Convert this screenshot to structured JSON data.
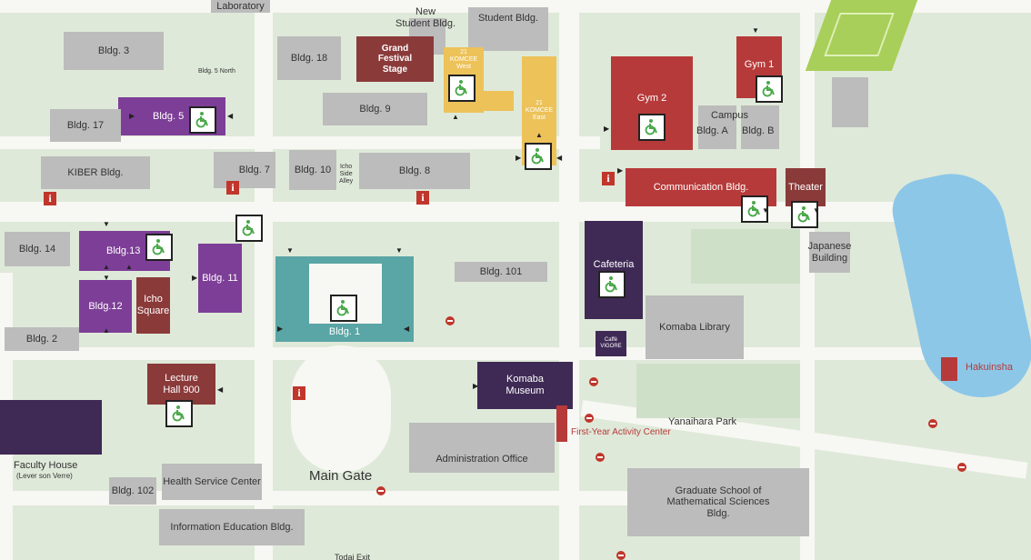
{
  "map": {
    "labels": {
      "laboratory": "Laboratory",
      "new_student_bldg": "New\nStudent Bldg.",
      "student_bldg": "Student Bldg.",
      "bldg3": "Bldg. 3",
      "bldg18": "Bldg. 18",
      "grand_festival": "Grand\nFestival\nStage",
      "komcee_west": "21\nKOMCEE\nWest",
      "komcee_east": "21\nKOMCEE\nEast",
      "gym2": "Gym 2",
      "gym1": "Gym 1",
      "bldg5north": "Bldg. 5 North",
      "bldg5": "Bldg. 5",
      "bldg17": "Bldg. 17",
      "bldg9": "Bldg. 9",
      "campus": "Campus",
      "bldgA": "Bldg. A",
      "bldgB": "Bldg. B",
      "kiber": "KIBER Bldg.",
      "bldg7": "Bldg. 7",
      "bldg10": "Bldg. 10",
      "icho_side_alley": "Icho\nSide\nAlley",
      "bldg8": "Bldg. 8",
      "communication": "Communication Bldg.",
      "theater": "Theater",
      "bldg14": "Bldg. 14",
      "bldg13": "Bldg.13",
      "bldg11": "Bldg. 11",
      "bldg101": "Bldg. 101",
      "cafeteria": "Cafeteria",
      "japanese_building": "Japanese\nBuilding",
      "bldg12": "Bldg.12",
      "icho_square": "Icho\nSquare",
      "bldg1": "Bldg. 1",
      "bldg2": "Bldg. 2",
      "komaba_library": "Komaba Library",
      "caffe_vigore": "Caffè\nVIGORE",
      "lecture_hall": "Lecture\nHall 900",
      "komaba_museum": "Komaba\nMuseum",
      "hakuinsha": "Hakuinsha",
      "yanaihara_park": "Yanaihara Park",
      "first_year": "First-Year Activity Center",
      "faculty_house": "Faculty House",
      "faculty_house_sub": "(Lever son Verre)",
      "administration": "Administration Office",
      "health_service": "Health Service Center",
      "main_gate": "Main Gate",
      "bldg102": "Bldg. 102",
      "info_education": "Information Education Bldg.",
      "grad_math": "Graduate School of\nMathematical Sciences\nBldg.",
      "todai_exit": "Todai Exit"
    },
    "icons": {
      "info": "i",
      "wheelchair": "wheelchair-accessible-icon",
      "no_entry": "no-entry-icon",
      "entrance": "entrance-arrow-icon"
    },
    "colors": {
      "ground": "#dfe9d9",
      "path": "#f7f7f3",
      "building": "#bcbcbc",
      "purple": "#7d3e97",
      "dark_purple": "#3f2a55",
      "red": "#b73a3a",
      "maroon": "#8b3a3a",
      "teal": "#5aa5a5",
      "yellow": "#ecc259",
      "sports_field": "#a8cf5a",
      "pond": "#8cc7e8"
    }
  }
}
